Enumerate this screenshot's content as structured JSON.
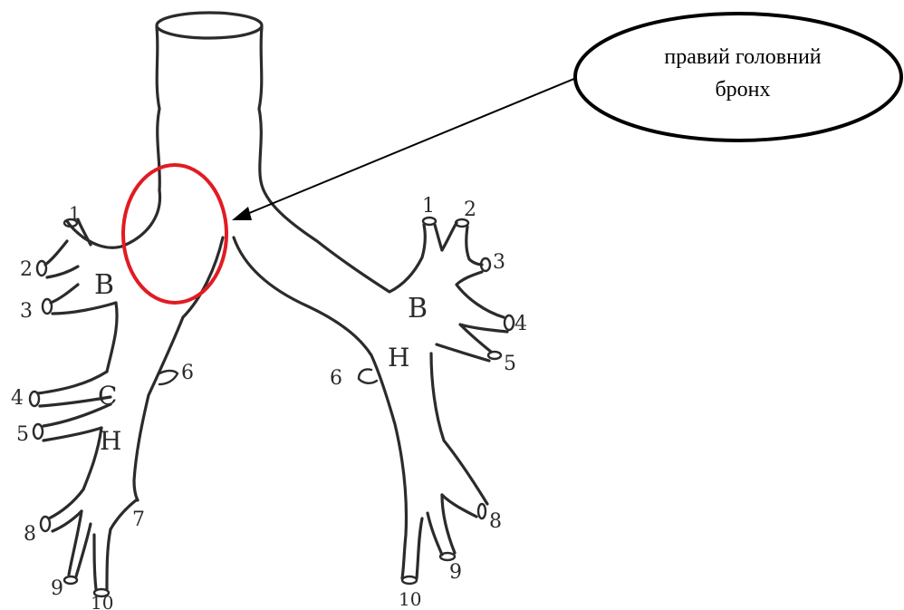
{
  "callout": {
    "line1": "правий головний",
    "line2": "бронх"
  },
  "colors": {
    "ink": "#2b2b2b",
    "highlight": "#e11b22",
    "callout_border": "#000000"
  },
  "right_lung": {
    "upper_lobe_letter": "В",
    "middle_lobe_letter": "С",
    "lower_lobe_letter": "Н",
    "segments": [
      "1",
      "2",
      "3",
      "4",
      "5",
      "6",
      "7",
      "8",
      "9",
      "10"
    ]
  },
  "left_lung": {
    "upper_lobe_letter": "В",
    "lower_lobe_letter": "Н",
    "segments": [
      "1",
      "2",
      "3",
      "4",
      "5",
      "6",
      "8",
      "9",
      "10"
    ]
  }
}
